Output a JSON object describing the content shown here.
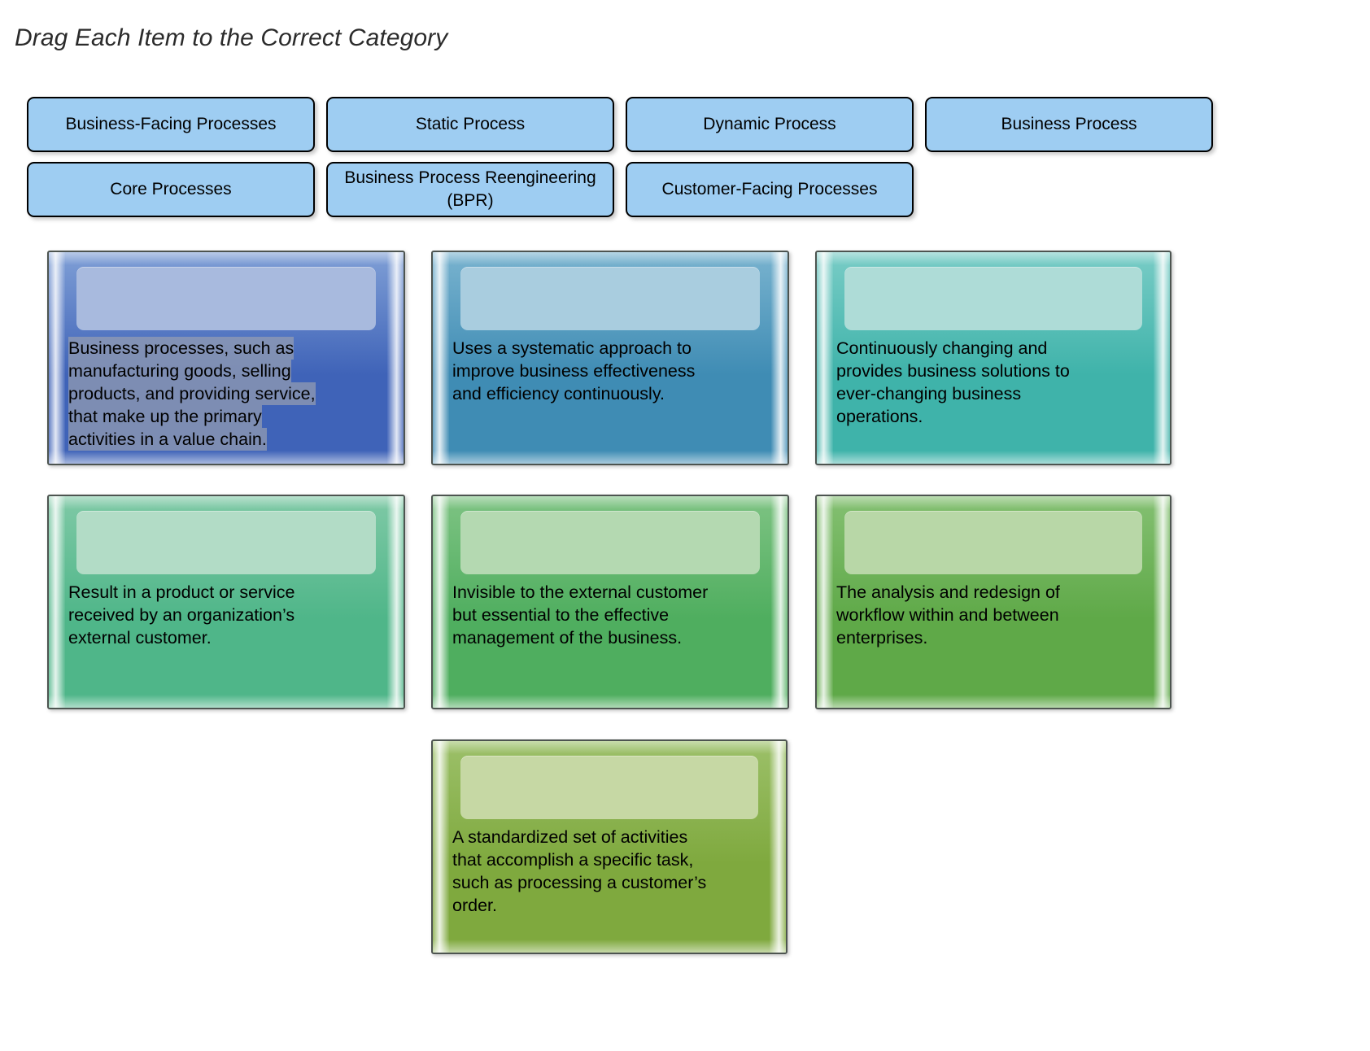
{
  "title": "Drag Each Item to the Correct Category",
  "categories": [
    {
      "label": "Business-Facing Processes",
      "name": "category-business-facing-processes"
    },
    {
      "label": "Static Process",
      "name": "category-static-process"
    },
    {
      "label": "Dynamic Process",
      "name": "category-dynamic-process"
    },
    {
      "label": "Business Process",
      "name": "category-business-process"
    },
    {
      "label": "Core Processes",
      "name": "category-core-processes"
    },
    {
      "label": "Business Process Reengineering (BPR)",
      "name": "category-bpr"
    },
    {
      "label": "Customer-Facing Processes",
      "name": "category-customer-facing-processes"
    }
  ],
  "cards": [
    {
      "name": "item-card-core-processes",
      "text": "Business processes, such as manufacturing goods, selling products, and providing service, that make up the primary activities in a value chain.",
      "lines": [
        "Business processes, such as",
        "manufacturing goods, selling",
        "products, and providing service,",
        "that make up the primary",
        "activities in a value chain."
      ],
      "selected": true,
      "color_top": "#7f9fd6",
      "color_bottom": "#3f63b8",
      "panel_color": "#a8bade"
    },
    {
      "name": "item-card-bpr-continuous",
      "text": "Uses a systematic approach to improve business effectiveness and efficiency continuously.",
      "lines": [
        "Uses a systematic approach to",
        "improve business effectiveness",
        "and efficiency continuously."
      ],
      "selected": false,
      "color_top": "#79b3cf",
      "color_bottom": "#3f8cb4",
      "panel_color": "#a9cddf"
    },
    {
      "name": "item-card-dynamic-process",
      "text": "Continuously changing and provides business solutions to ever-changing business operations.",
      "lines": [
        "Continuously changing and",
        "provides business solutions to",
        "ever-changing business",
        "operations."
      ],
      "selected": false,
      "color_top": "#79ccc6",
      "color_bottom": "#3fb3aa",
      "panel_color": "#aedcd7"
    },
    {
      "name": "item-card-customer-facing",
      "text": "Result in a product or service received by an organization’s external customer.",
      "lines": [
        "Result in a product or service",
        "received by an organization’s",
        "external customer."
      ],
      "selected": false,
      "color_top": "#7fc9a6",
      "color_bottom": "#4fb689",
      "panel_color": "#b2dcc6"
    },
    {
      "name": "item-card-business-facing",
      "text": "Invisible to the external customer but essential to the effective management of the business.",
      "lines": [
        "Invisible to the external customer",
        "but essential to the effective",
        "management of the business."
      ],
      "selected": false,
      "color_top": "#7ec383",
      "color_bottom": "#4fae5f",
      "panel_color": "#b4d9b1"
    },
    {
      "name": "item-card-bpr-redesign",
      "text": "The analysis and redesign of workflow within and between enterprises.",
      "lines": [
        "The analysis and redesign of",
        "workflow within and between",
        "enterprises."
      ],
      "selected": false,
      "color_top": "#84c072",
      "color_bottom": "#5fa948",
      "panel_color": "#b8d7a7"
    },
    {
      "name": "item-card-business-process",
      "text": "A standardized set of activities that accomplish a specific task, such as processing a customer’s order.",
      "lines": [
        "A standardized set of activities",
        "that accomplish a specific task,",
        "such as processing a customer’s",
        "order."
      ],
      "selected": false,
      "color_top": "#9cc069",
      "color_bottom": "#7fa93e",
      "panel_color": "#c6d8a4"
    }
  ]
}
